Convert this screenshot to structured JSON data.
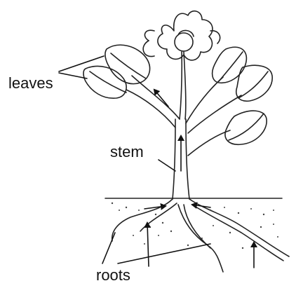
{
  "labels": {
    "leaves": "leaves",
    "stem": "stem",
    "roots": "roots"
  },
  "colors": {
    "ink": "#111111",
    "background": "#ffffff"
  }
}
